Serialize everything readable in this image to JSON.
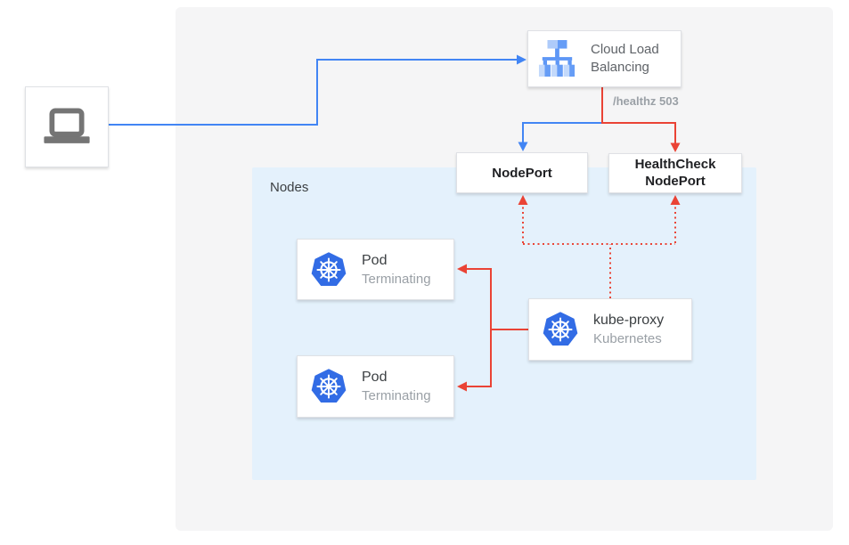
{
  "labels": {
    "nodes_zone": "Nodes",
    "healthz": "/healthz 503"
  },
  "nodes": {
    "client": {
      "icon": "laptop-icon"
    },
    "clb": {
      "lines": [
        "Cloud Load",
        "Balancing"
      ],
      "icon": "cloud-load-balancing-icon"
    },
    "nodeport": {
      "label": "NodePort"
    },
    "healthcheck": {
      "lines": [
        "HealthCheck",
        "NodePort"
      ]
    },
    "pod1": {
      "title": "Pod",
      "subtitle": "Terminating",
      "icon": "kubernetes-icon"
    },
    "pod2": {
      "title": "Pod",
      "subtitle": "Terminating",
      "icon": "kubernetes-icon"
    },
    "kube_proxy": {
      "title": "kube-proxy",
      "subtitle": "Kubernetes",
      "icon": "kubernetes-icon"
    }
  },
  "connections": [
    {
      "from": "client",
      "to": "cloud-load-balancing",
      "color": "#4285f4",
      "style": "solid"
    },
    {
      "from": "cloud-load-balancing",
      "to": "nodeport",
      "color": "#4285f4",
      "style": "solid"
    },
    {
      "from": "cloud-load-balancing",
      "to": "healthcheck-nodeport",
      "color": "#ea4335",
      "style": "solid",
      "label": "/healthz 503"
    },
    {
      "from": "kube-proxy",
      "to": "pod-1",
      "color": "#ea4335",
      "style": "solid"
    },
    {
      "from": "kube-proxy",
      "to": "pod-2",
      "color": "#ea4335",
      "style": "solid"
    },
    {
      "from": "kube-proxy",
      "to": "nodeport",
      "color": "#ea4335",
      "style": "dotted"
    },
    {
      "from": "kube-proxy",
      "to": "healthcheck-nodeport",
      "color": "#ea4335",
      "style": "dotted"
    }
  ],
  "colors": {
    "blue": "#4285f4",
    "red": "#ea4335",
    "kubernetes_blue": "#326ce5",
    "panel_background": "#f5f5f6",
    "nodes_zone_background": "#e4f1fc",
    "icon_gray": "#757575"
  }
}
